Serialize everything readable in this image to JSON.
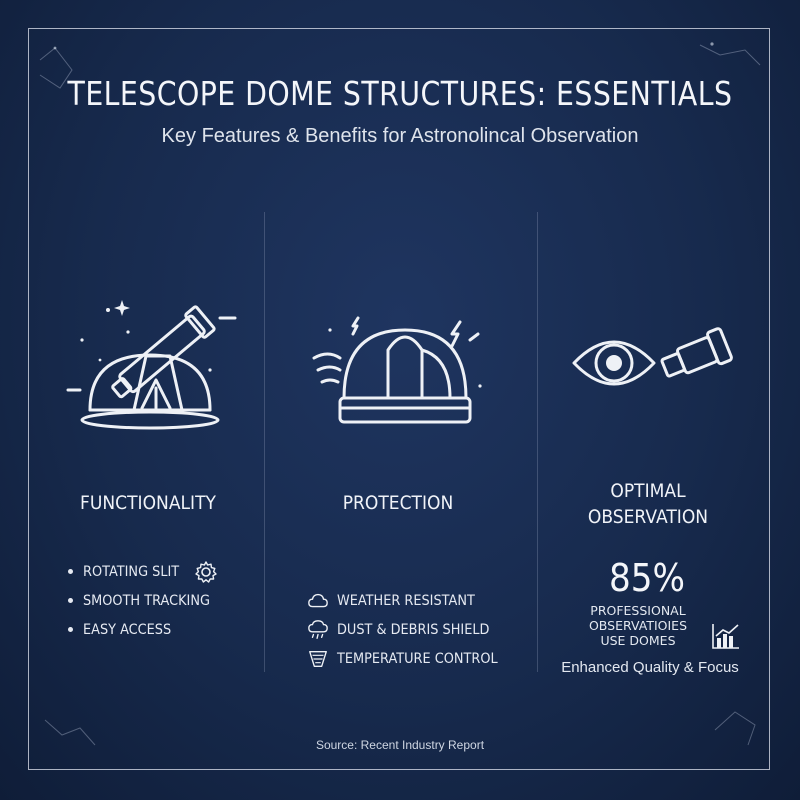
{
  "header": {
    "title": "TELESCOPE DOME STRUCTURES: ESSENTIALS",
    "subtitle": "Key Features & Benefits for Astronolincal Observation"
  },
  "columns": [
    {
      "title": "FUNCTIONALITY",
      "icon": "telescope-dome-icon",
      "items": [
        {
          "label": "ROTATING SLIT",
          "icon": "gear-icon"
        },
        {
          "label": "SMOOTH TRACKING"
        },
        {
          "label": "EASY ACCESS"
        }
      ]
    },
    {
      "title": "PROTECTION",
      "icon": "closed-dome-icon",
      "items": [
        {
          "label": "WEATHER RESISTANT",
          "icon": "cloud-icon"
        },
        {
          "label": "DUST & DEBRIS SHIELD",
          "icon": "rain-cloud-icon"
        },
        {
          "label": "TEMPERATURE CONTROL",
          "icon": "vent-icon"
        }
      ]
    },
    {
      "title_line1": "OPTIMAL",
      "title_line2": "OBSERVATION",
      "icon": "eye-telescope-icon",
      "stat_value": "85%",
      "stat_line1": "PROFESSIONAL",
      "stat_line2": "OBSERVATIOIES",
      "stat_line3": "USE DOMES",
      "stat_icon": "bar-chart-icon",
      "note": "Enhanced Quality & Focus"
    }
  ],
  "footer": {
    "source": "Source: Recent Industry Report"
  },
  "colors": {
    "background": "#172a4d",
    "foreground": "#eef1f6"
  }
}
